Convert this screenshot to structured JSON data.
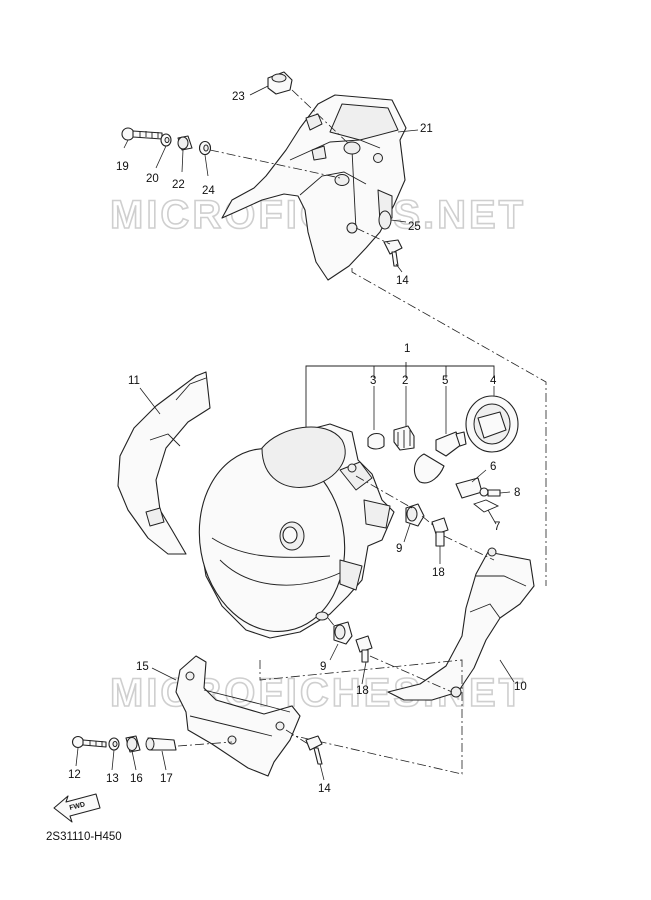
{
  "watermark": "MICROFICHES.NET",
  "diagram_code": "2S31110-H450",
  "fwd_label": "FWD",
  "callouts": [
    "1",
    "2",
    "3",
    "4",
    "5",
    "6",
    "7",
    "8",
    "9",
    "9",
    "10",
    "11",
    "12",
    "13",
    "14",
    "14",
    "15",
    "16",
    "17",
    "18",
    "18",
    "19",
    "20",
    "21",
    "22",
    "23",
    "24",
    "25"
  ]
}
